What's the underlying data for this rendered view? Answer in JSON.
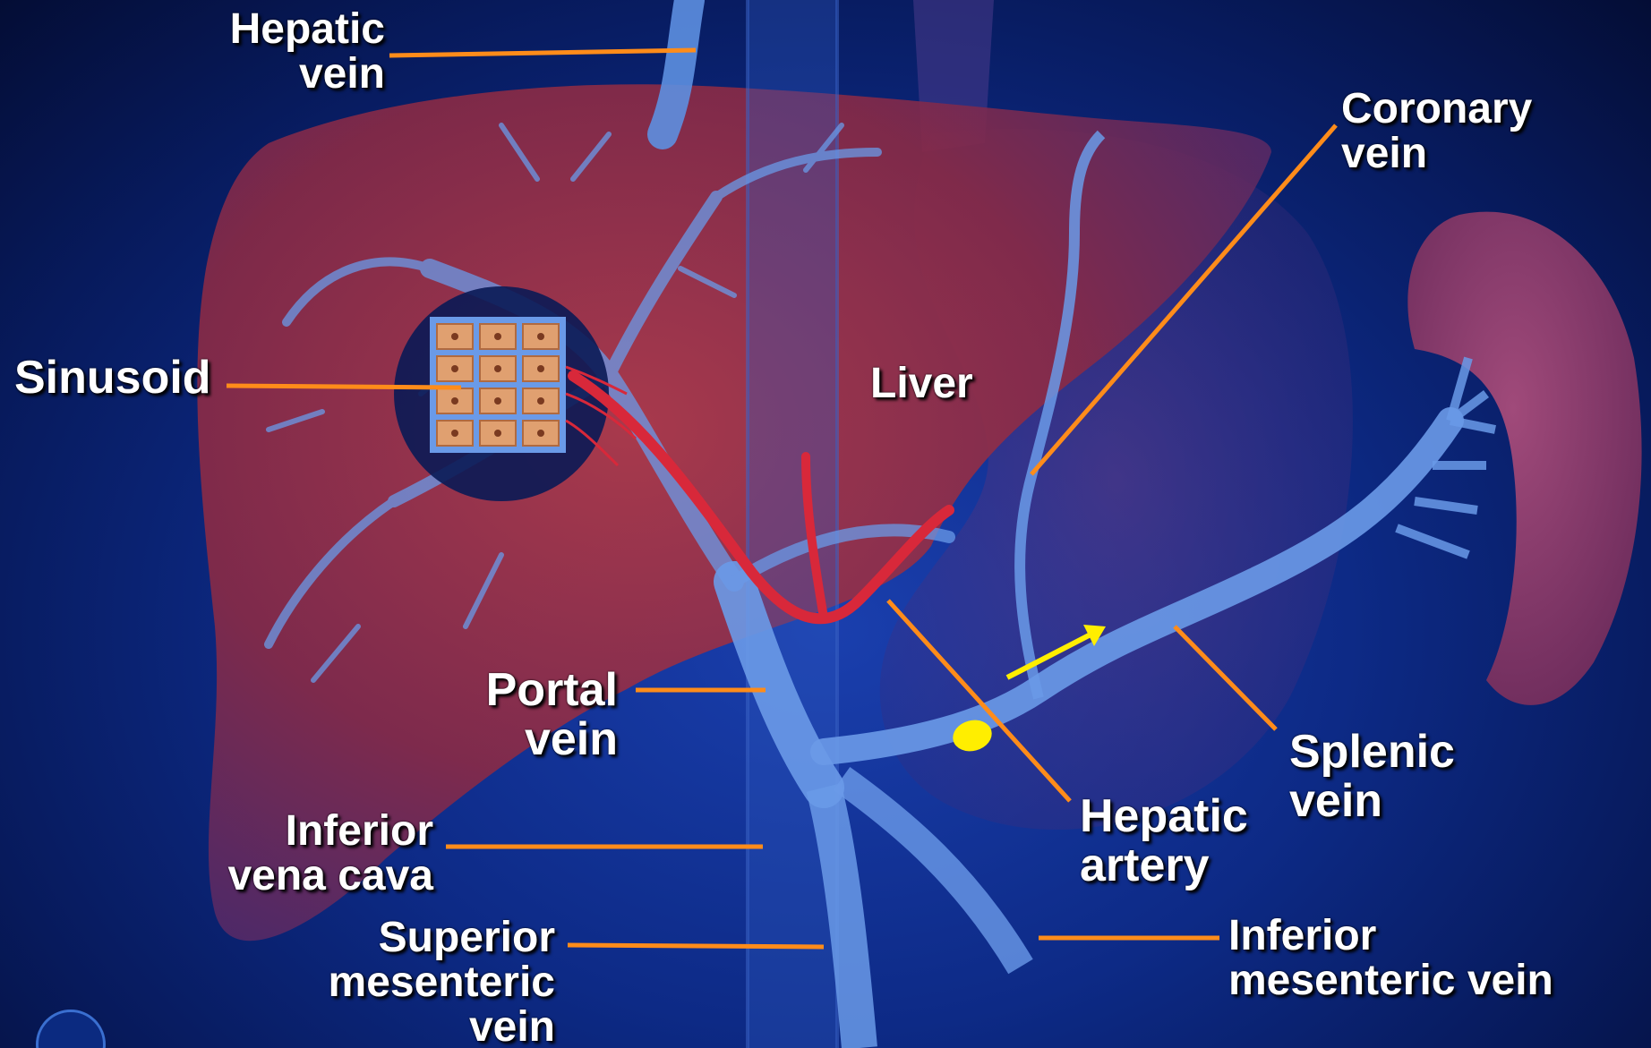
{
  "labels": {
    "hepatic_vein": [
      "Hepatic",
      "vein"
    ],
    "coronary_vein": [
      "Coronary",
      "vein"
    ],
    "sinusoid": [
      "Sinusoid"
    ],
    "liver": [
      "Liver"
    ],
    "portal_vein": [
      "Portal",
      "vein"
    ],
    "splenic_vein": [
      "Splenic",
      "vein"
    ],
    "hepatic_artery": [
      "Hepatic",
      "artery"
    ],
    "inferior_vena_cava": [
      "Inferior",
      "vena cava"
    ],
    "superior_mesenteric_vein": [
      "Superior",
      "mesenteric",
      "vein"
    ],
    "inferior_mesenteric_vein": [
      "Inferior",
      "mesenteric vein"
    ]
  },
  "colors": {
    "leader_line": "#ff8c1a",
    "liver": "#9a2e3e",
    "veins": "#5d8fe0",
    "artery": "#d8283a",
    "flow_arrow": "#ffee00",
    "spleen": "#8a3c6e"
  }
}
